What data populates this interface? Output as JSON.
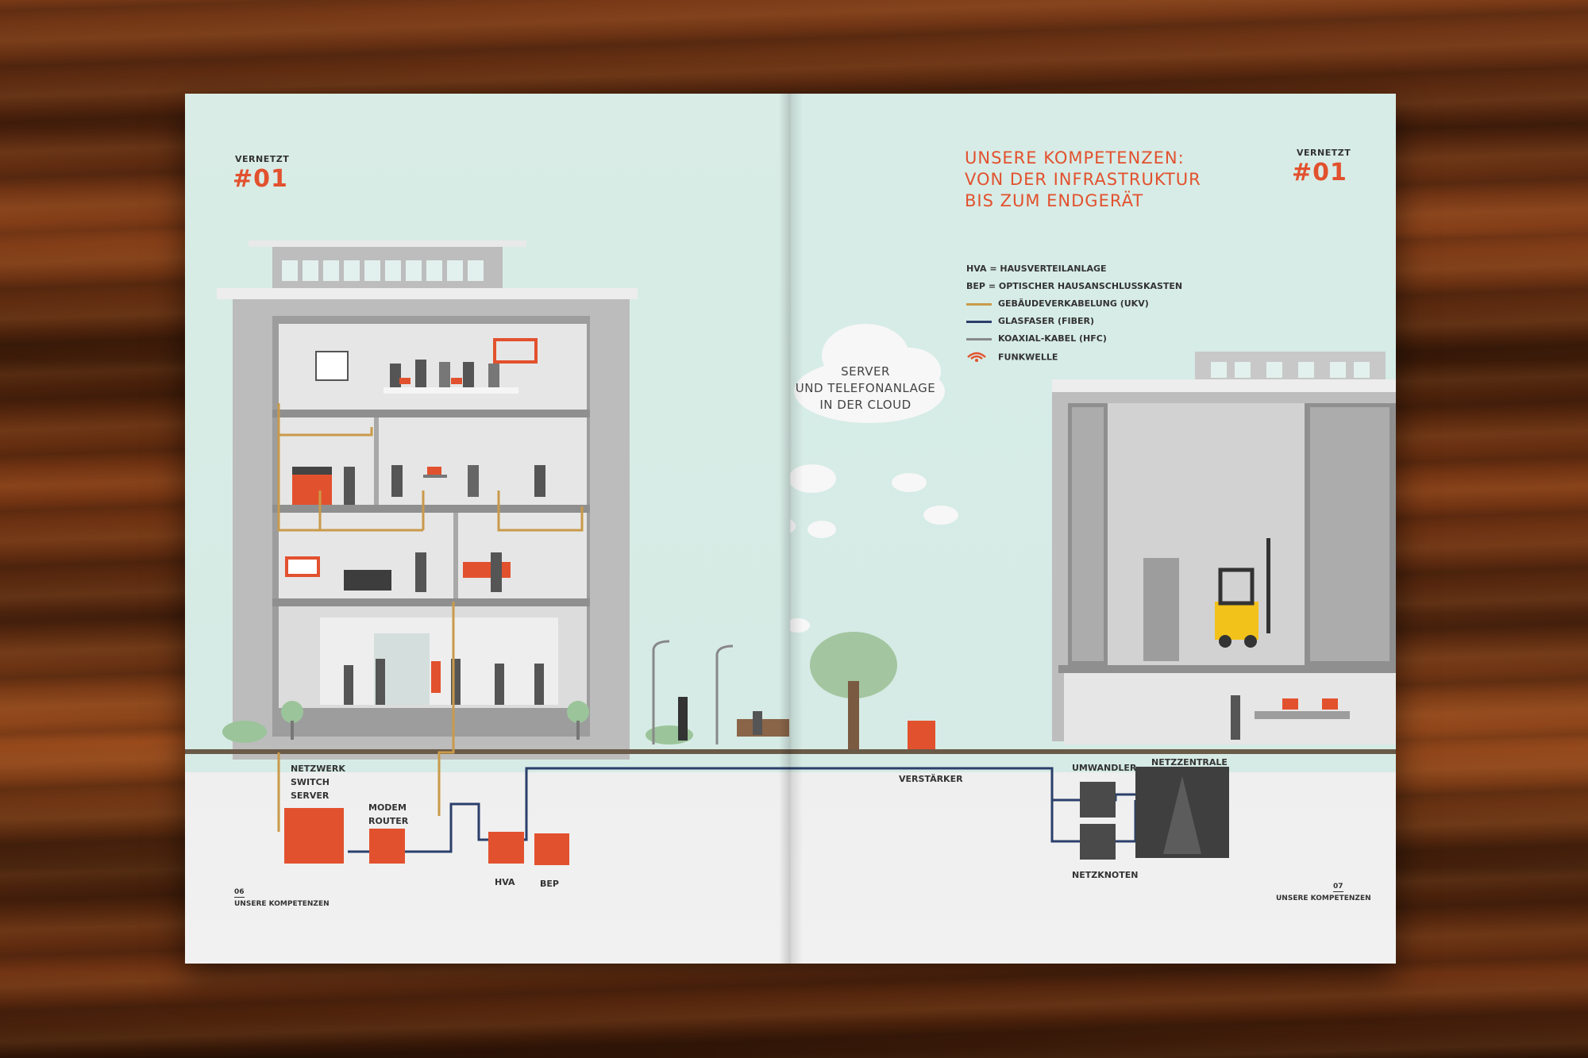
{
  "spread": {
    "left_page": {
      "kicker": "VERNETZT",
      "number": "#01",
      "labels": {
        "switch_line1": "NETZWERK",
        "switch_line2": "SWITCH",
        "switch_line3": "SERVER",
        "modem_line1": "MODEM",
        "modem_line2": "ROUTER",
        "hva": "HVA",
        "bep": "BEP"
      },
      "footer": {
        "page_no": "06",
        "section": "UNSERE KOMPETENZEN"
      }
    },
    "right_page": {
      "kicker": "VERNETZT",
      "number": "#01",
      "headline": {
        "line1": "UNSERE KOMPETENZEN:",
        "line2": "VON DER INFRASTRUKTUR",
        "line3": "BIS ZUM ENDGERÄT"
      },
      "legend": [
        {
          "key": "HVA",
          "sep": "=",
          "text": "HAUSVERTEILANLAGE"
        },
        {
          "key": "BEP",
          "sep": "=",
          "text": "OPTISCHER HAUSANSCHLUSSKASTEN"
        },
        {
          "text": "GEBÄUDEVERKABELUNG (UKV)",
          "color": "#c99a4a"
        },
        {
          "text": "GLASFASER (FIBER)",
          "color": "#2a3f6b"
        },
        {
          "text": "KOAXIAL-KABEL (HFC)",
          "color": "#8a8a8a"
        },
        {
          "text": "FUNKWELLE",
          "color": "#e2512e",
          "icon": "wifi-icon"
        }
      ],
      "cloud": {
        "line1": "SERVER",
        "line2": "UND TELEFONANLAGE",
        "line3": "IN DER CLOUD"
      },
      "labels": {
        "verstaerker": "VERSTÄRKER",
        "umwandler": "UMWANDLER",
        "netzzentrale": "NETZZENTRALE",
        "netzknoten": "NETZKNOTEN"
      },
      "footer": {
        "page_no": "07",
        "section": "UNSERE KOMPETENZEN"
      }
    },
    "colors": {
      "accent": "#e2512e",
      "mint": "#d6ebe5",
      "building": "#c9c9c9",
      "forklift": "#f2c21b"
    }
  }
}
